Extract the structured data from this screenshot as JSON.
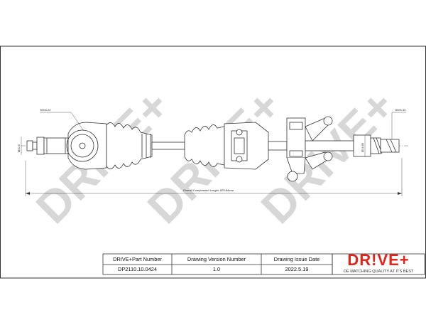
{
  "watermark": {
    "text": "DRIVE+"
  },
  "drawing": {
    "teeth_left_label": "Teeth 24",
    "teeth_right_label": "Teeth 33",
    "left_dim_label": "Ø20.5",
    "right_dim_label": "Ø24.85",
    "overall_length_label": "Overall  Compressed  Length: 825.84mm"
  },
  "title_block": {
    "col1_header": "DRIVE+Part Number",
    "col2_header": "Drawing Version Number",
    "col3_header": "Drawing Issue Date",
    "part_number": "DP2110.10.0424",
    "version": "1.0",
    "issue_date": "2022.5.19"
  },
  "logo": {
    "main_text": "DR!VE+",
    "tagline": "OE MATCHING QUALITY AT ITS BEST"
  },
  "colors": {
    "brand_red": "#e2231a",
    "watermark_gray": "#d3d3d3",
    "line": "#333333"
  }
}
